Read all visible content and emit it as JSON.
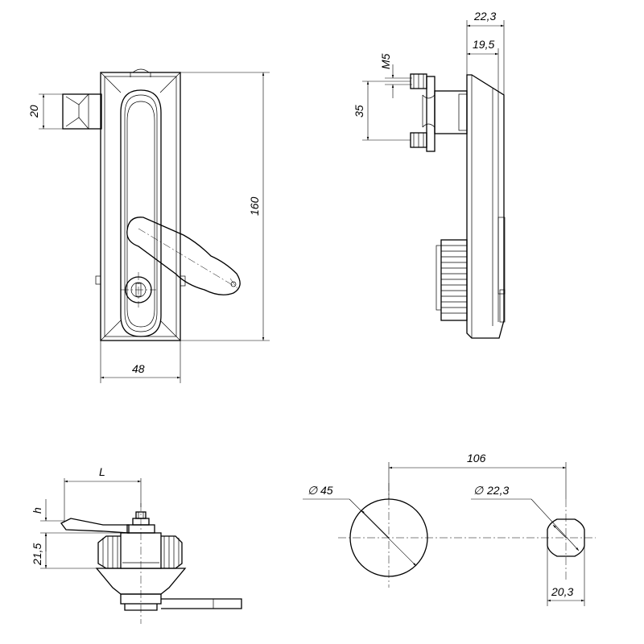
{
  "dimensions": {
    "front_width": "48",
    "front_height": "160",
    "cam_height": "20",
    "side_total_depth": "22,3",
    "side_body_depth": "19,5",
    "thread_size": "M5",
    "stud_spacing": "35",
    "handle_length": "L",
    "handle_height": "h",
    "base_height": "21,5",
    "hole_spacing": "106",
    "large_hole_diameter": "45",
    "small_hole_diameter": "22,3",
    "small_hole_flat": "20,3"
  },
  "symbols": {
    "diameter": "∅"
  }
}
